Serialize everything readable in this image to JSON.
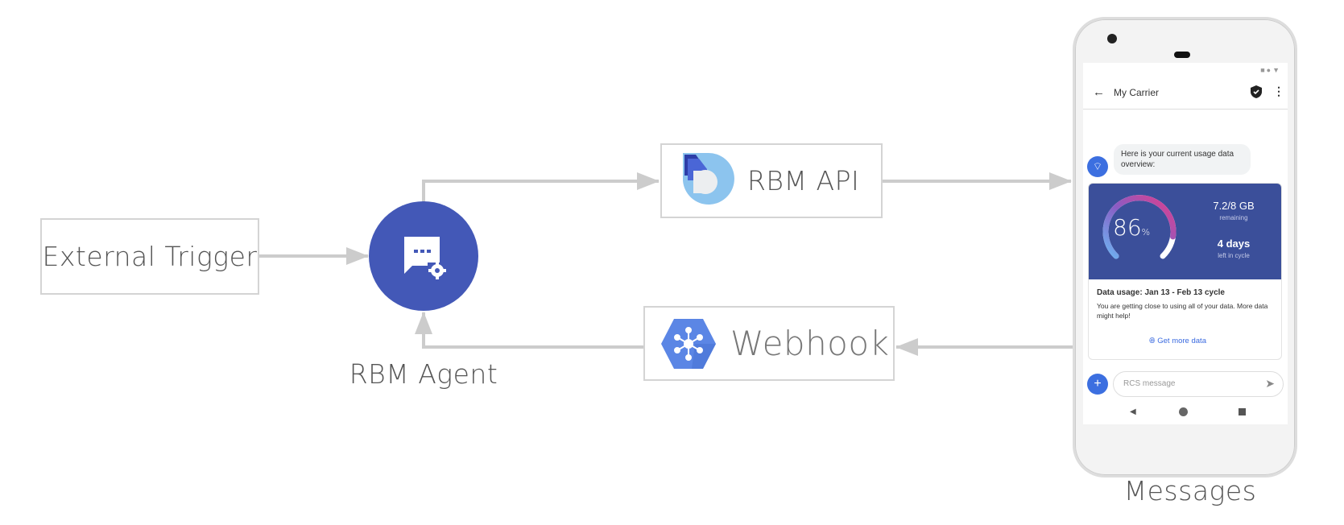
{
  "nodes": {
    "external_trigger": "External Trigger",
    "rbm_agent": "RBM Agent",
    "rbm_api": "RBM API",
    "webhook": "Webhook",
    "messages": "Messages"
  },
  "colors": {
    "agent": "#4358b7",
    "connector": "#cccccc",
    "card_header": "#3b4f9a",
    "link": "#3b6be0"
  },
  "phone": {
    "app_bar_title": "My Carrier",
    "bot_message": "Here is your current usage data overview:",
    "card": {
      "gauge_percent": 86,
      "gauge_value": "86",
      "gauge_unit": "%",
      "remaining_value": "7.2/8 GB",
      "remaining_label": "remaining",
      "days_value": "4 days",
      "days_label": "left in cycle",
      "title": "Data usage: Jan 13 - Feb 13 cycle",
      "body": "You are getting close to using all of your data. More data might help!",
      "action": "Get more data"
    },
    "input_placeholder": "RCS message"
  }
}
